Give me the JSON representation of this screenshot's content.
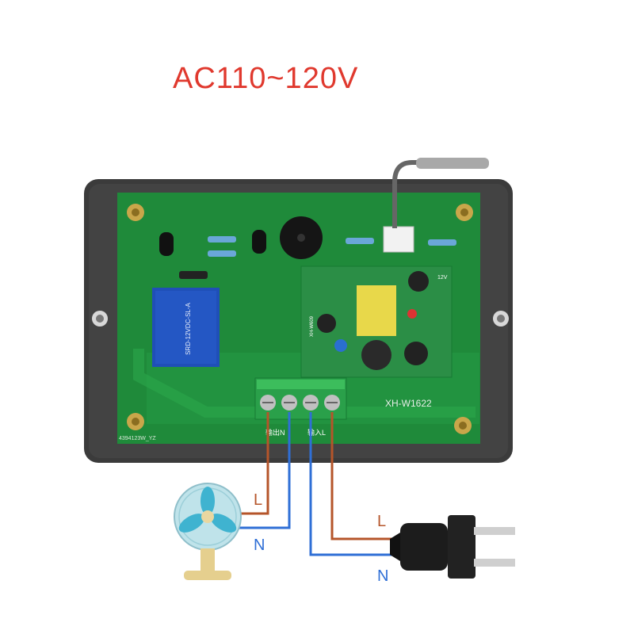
{
  "title": "AC110~120V",
  "board": {
    "model": "XH-W1622",
    "pcb_code": "4394123W_YZ",
    "terminal_out_label": "输出",
    "terminal_in_label": "输入",
    "terminal_n": "N",
    "terminal_l": "L",
    "relay_text": "SRD-12VDC-SL-A",
    "psu_label": "12V",
    "psu_code": "XH-W609"
  },
  "wiring": {
    "fan_live": "L",
    "fan_neutral": "N",
    "plug_live": "L",
    "plug_neutral": "N",
    "live_color": "#b5552a",
    "neutral_color": "#2f6fd6"
  },
  "colors": {
    "title": "#e0392e",
    "pcb": "#1f8a3a",
    "plate": "#3a3a3a",
    "terminal": "#2aa04a"
  },
  "icons": [
    "fan-icon",
    "plug-icon",
    "relay-icon",
    "buzzer-icon",
    "temperature-probe-icon"
  ]
}
